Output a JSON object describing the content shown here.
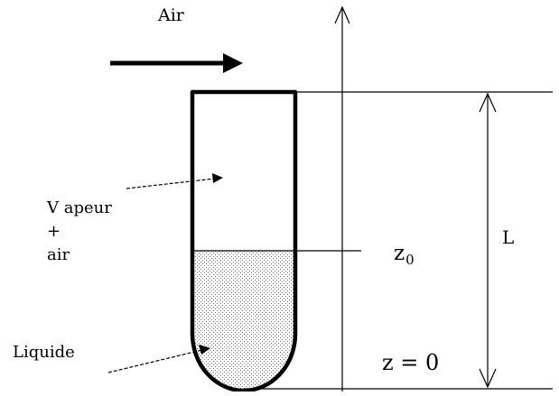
{
  "labels": {
    "air": "Air",
    "vapeur_line1": "V apeur +",
    "vapeur_line2": "air",
    "liquide": "Liquide",
    "length": "L",
    "z0_base": "z",
    "z0_sub": "0",
    "z_zero": "z = 0"
  },
  "colors": {
    "stroke": "#000000",
    "background": "#ffffff",
    "liquid_dots": "#6e6e6e"
  }
}
